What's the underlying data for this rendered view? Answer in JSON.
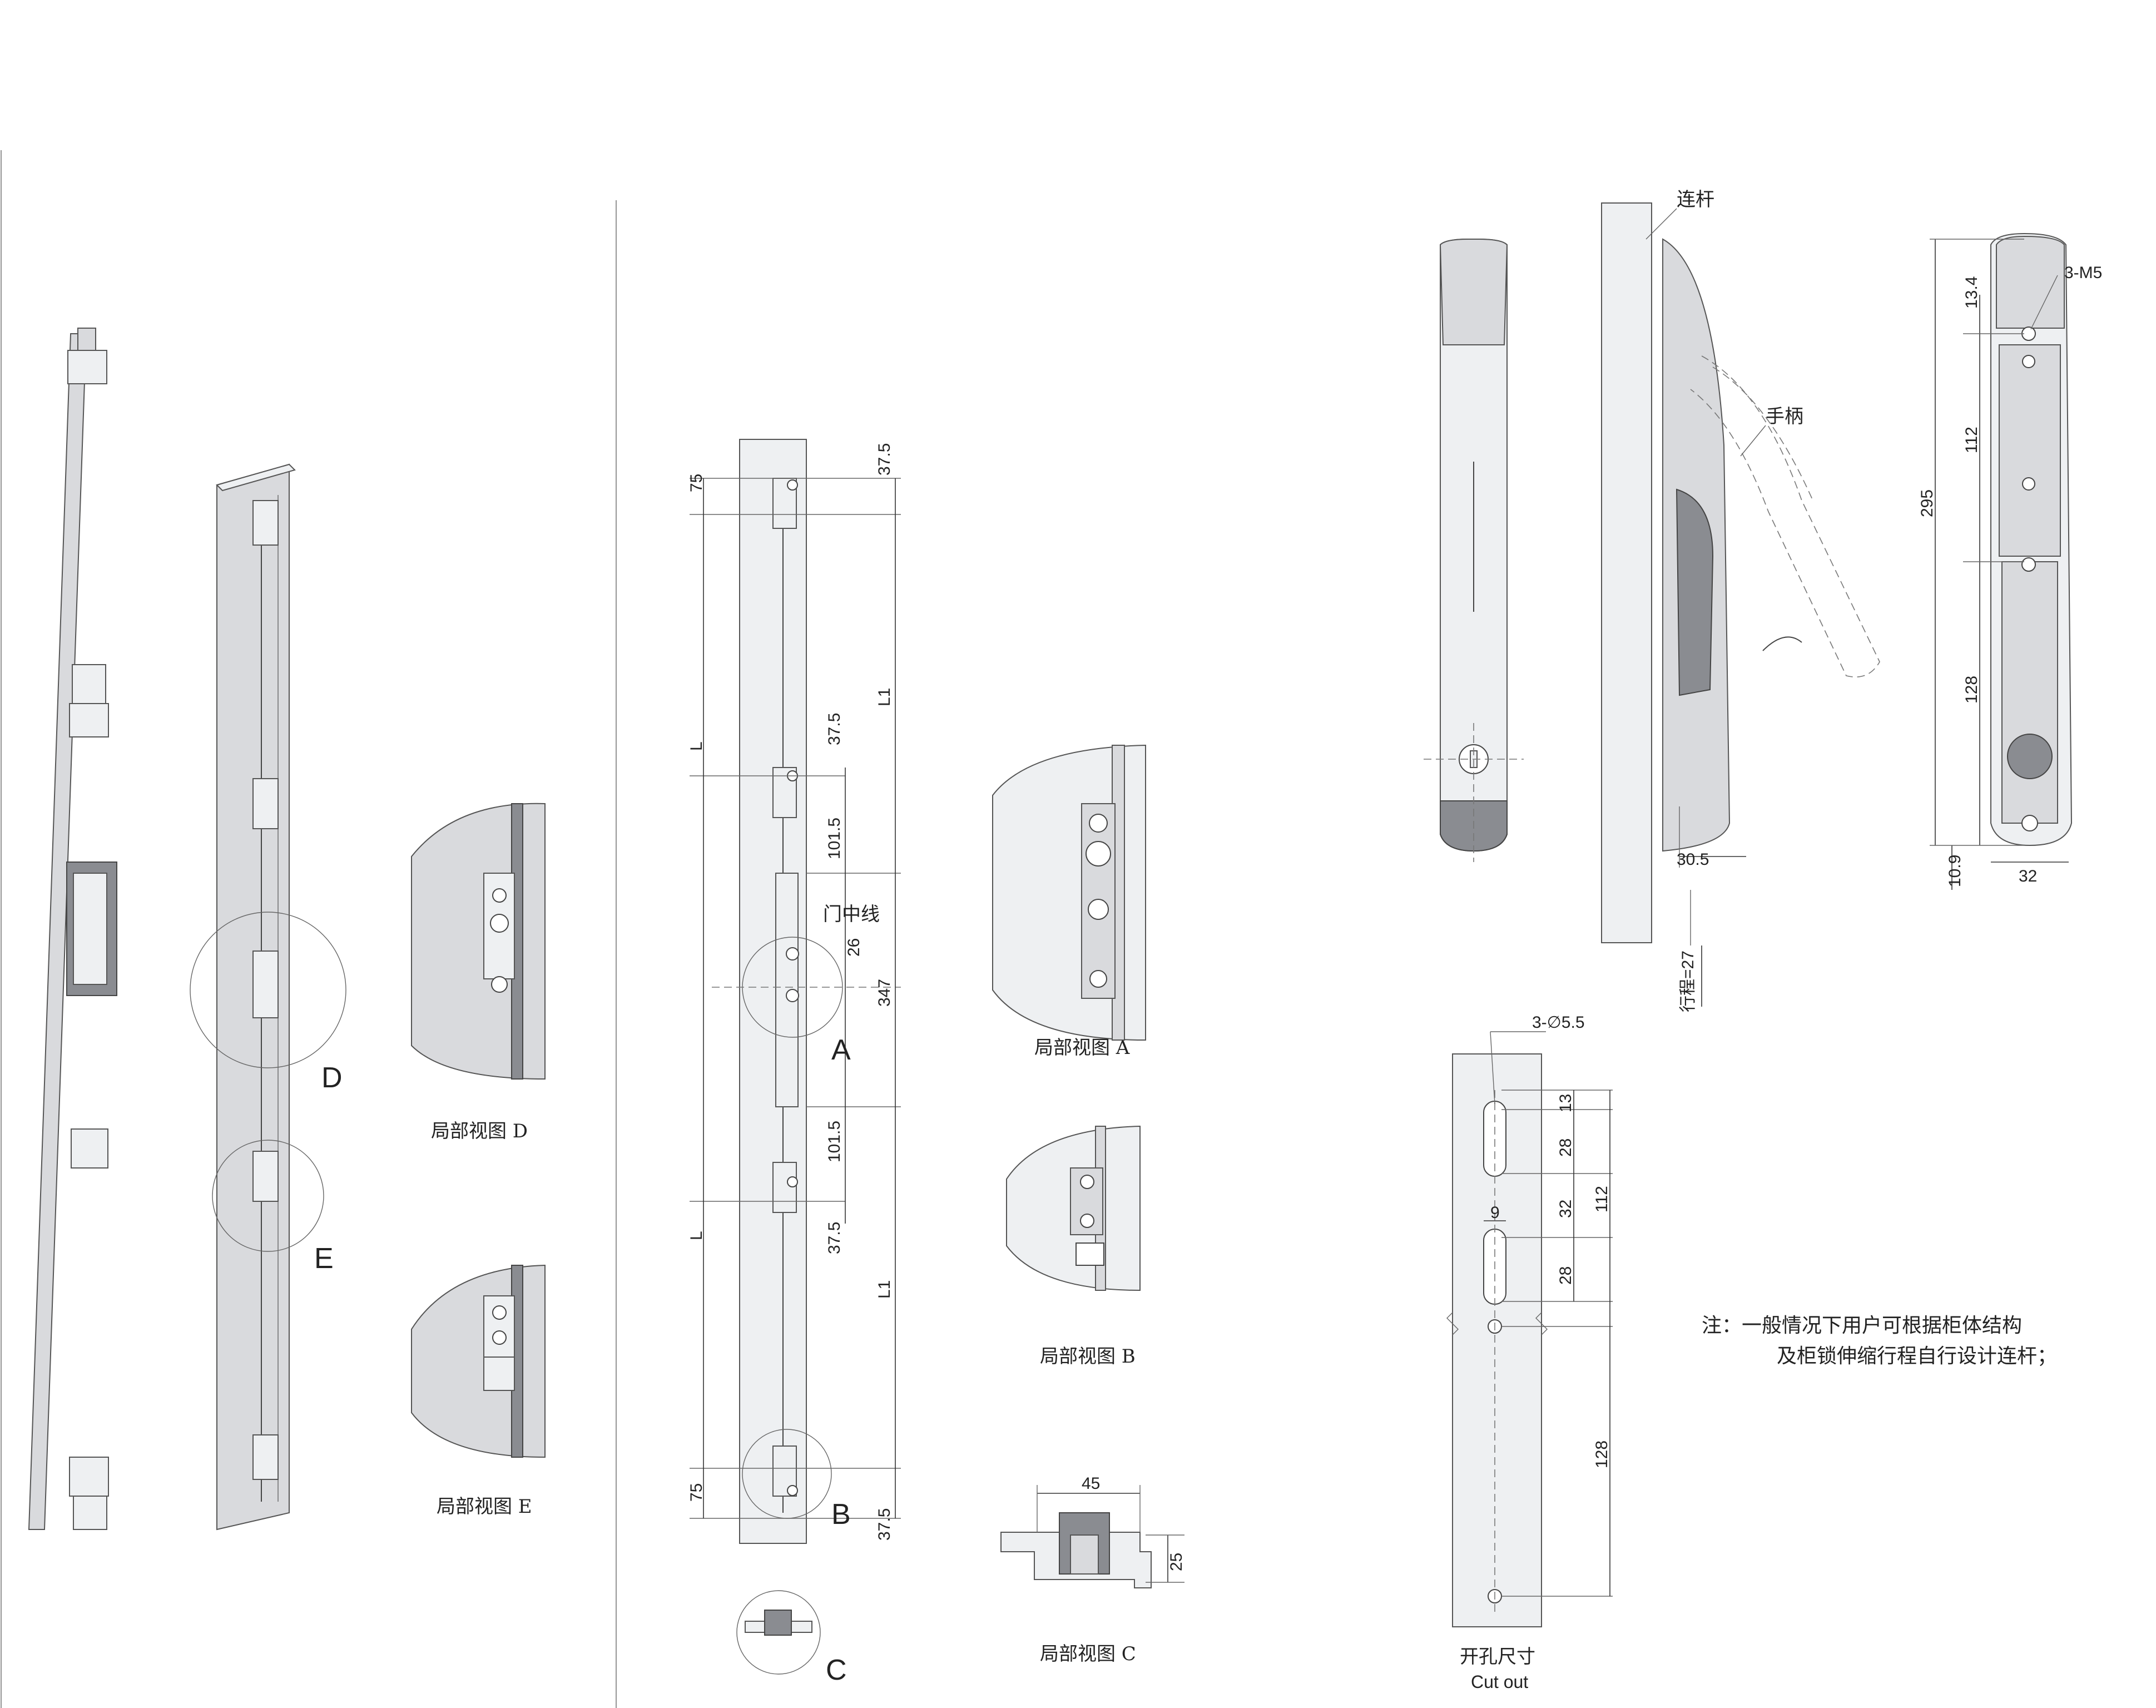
{
  "captions": {
    "view_d": "局部视图 D",
    "view_e": "局部视图 E",
    "view_a": "局部视图 A",
    "view_b": "局部视图 B",
    "view_c": "局部视图 C",
    "cutout_cn": "开孔尺寸",
    "cutout_en": "Cut out"
  },
  "callouts": {
    "a": "A",
    "b": "B",
    "c": "C",
    "d": "D",
    "e": "E"
  },
  "labels": {
    "door_centerline": "门中线",
    "link_rod": "连杆",
    "handle": "手柄",
    "stroke": "行程=27",
    "thread": "3-M5",
    "holes": "3-∅5.5"
  },
  "dims_rod": {
    "top_75": "75",
    "top_37_5": "37.5",
    "L_top": "L",
    "L1_top": "L1",
    "mid_37_5": "37.5",
    "mid_101_5": "101.5",
    "d26": "26",
    "d347": "347",
    "low_101_5": "101.5",
    "low_37_5": "37.5",
    "L_bot": "L",
    "L1_bot": "L1",
    "bot_75": "75",
    "bot_37_5": "37.5"
  },
  "dims_handle": {
    "w30_5": "30.5",
    "h13_4": "13.4",
    "h112": "112",
    "h295": "295",
    "h128": "128",
    "h10_9": "10.9",
    "w32": "32"
  },
  "dims_view_c": {
    "w45": "45",
    "h25": "25"
  },
  "dims_cutout": {
    "d13": "13",
    "d28a": "28",
    "d32": "32",
    "d28b": "28",
    "d112": "112",
    "d9": "9",
    "d128": "128"
  },
  "note": {
    "line1": "注：一般情况下用户可根据柜体结构",
    "line2": "及柜锁伸缩行程自行设计连杆；"
  }
}
